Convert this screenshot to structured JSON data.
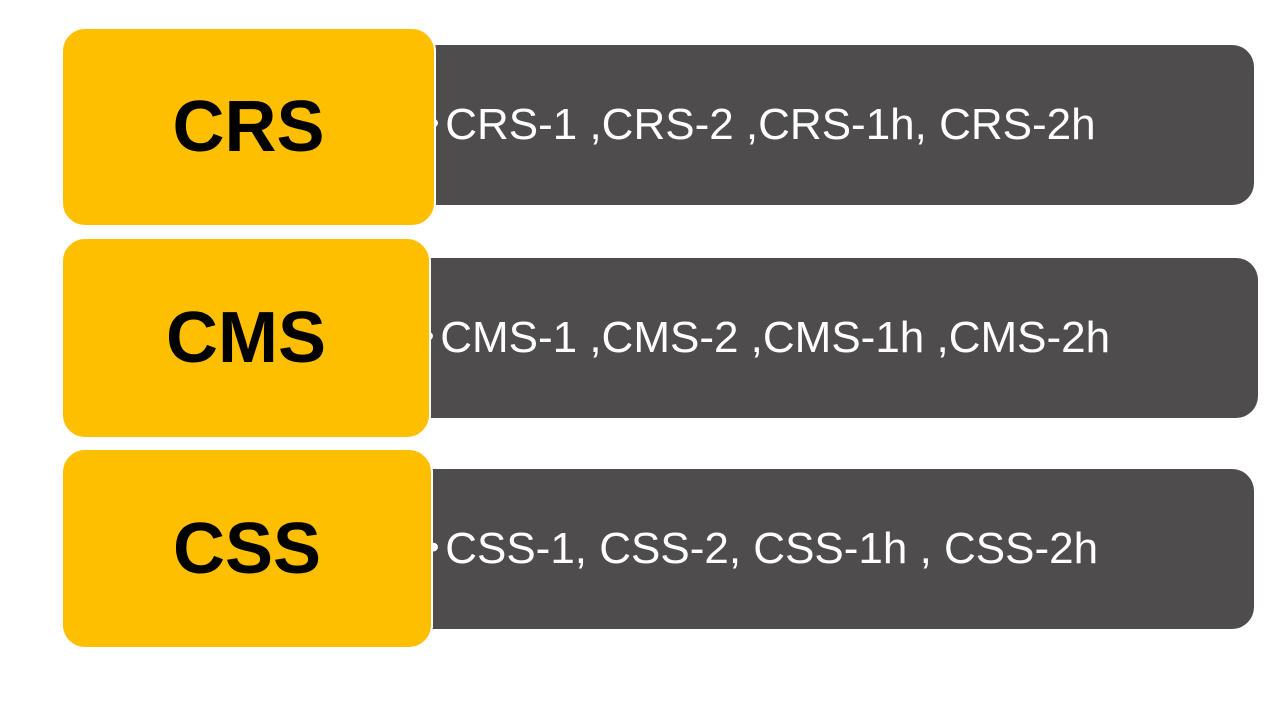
{
  "colors": {
    "badge_fill": "#fdbf00",
    "bar_fill": "#4e4c4d",
    "badge_text": "#000000",
    "bar_text": "#ffffff"
  },
  "rows": [
    {
      "label": "CRS",
      "bullet": "•",
      "text": "CRS-1 ,CRS-2 ,CRS-1h, CRS-2h"
    },
    {
      "label": "CMS",
      "bullet": "•",
      "text": "CMS-1 ,CMS-2 ,CMS-1h ,CMS-2h"
    },
    {
      "label": "CSS",
      "bullet": "•",
      "text": "CSS-1, CSS-2, CSS-1h , CSS-2h"
    }
  ]
}
